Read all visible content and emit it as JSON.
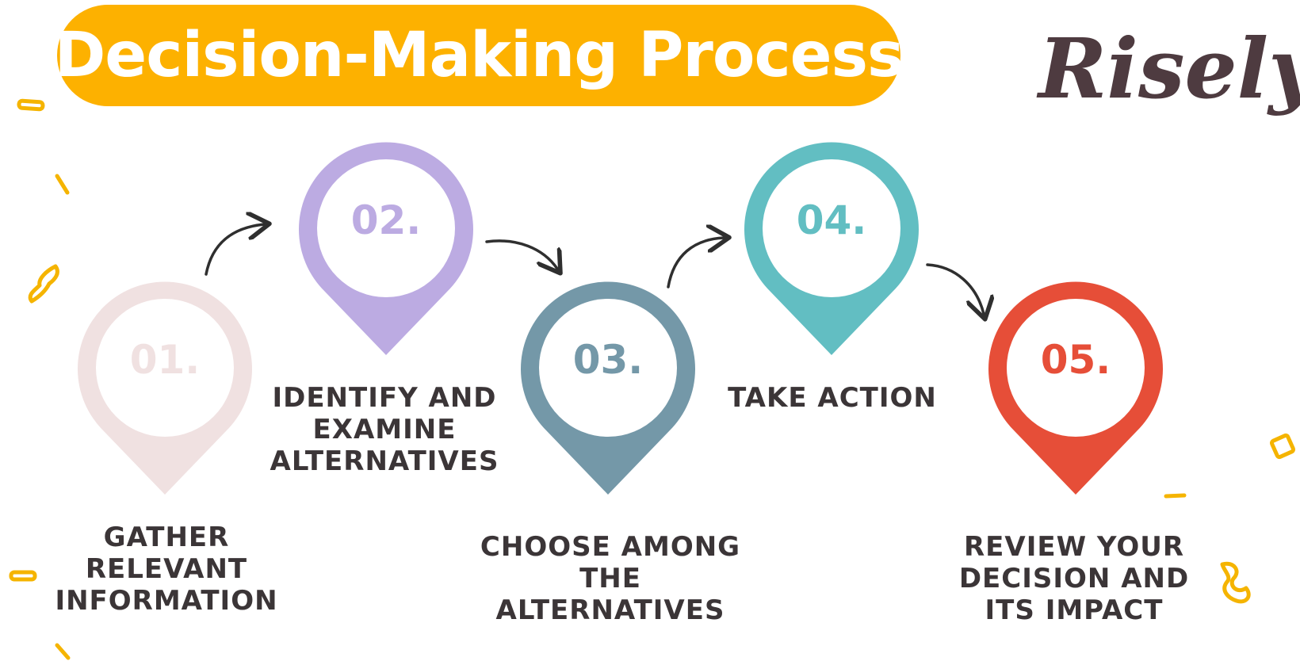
{
  "title": "Decision-Making Process",
  "logo_text": "Risely",
  "colors": {
    "banner": "#fdb100",
    "confetti": "#f5b400",
    "label_text": "#3b3537",
    "arrow": "#2f2f2f"
  },
  "steps": [
    {
      "number": "01.",
      "label": "GATHER RELEVANT INFORMATION",
      "color": "#f0e1e1"
    },
    {
      "number": "02.",
      "label": "IDENTIFY AND EXAMINE ALTERNATIVES",
      "color": "#bcabe2"
    },
    {
      "number": "03.",
      "label": "CHOOSE AMONG THE ALTERNATIVES",
      "color": "#7498a8"
    },
    {
      "number": "04.",
      "label": "TAKE ACTION",
      "color": "#62bec2"
    },
    {
      "number": "05.",
      "label": "REVIEW YOUR DECISION AND ITS IMPACT",
      "color": "#e64e38"
    }
  ]
}
